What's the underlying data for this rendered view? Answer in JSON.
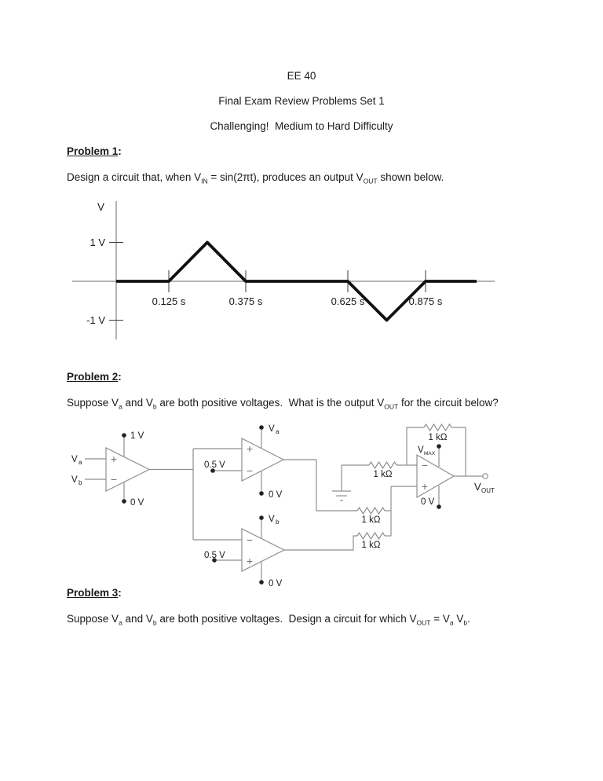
{
  "colors": {
    "background": "#ffffff",
    "text": "#1a1a1a",
    "wire": "#8f8f8f",
    "waveform": "#111111"
  },
  "header": {
    "course": "EE 40",
    "title": "Final Exam Review Problems Set 1",
    "subtitle": "Challenging!  Medium to Hard Difficulty"
  },
  "problems": {
    "p1": {
      "heading": "Problem 1",
      "colon": ":",
      "body": [
        "Design a circuit that, when V",
        "IN",
        " = sin(2πt), produces an output V",
        "OUT",
        " shown below."
      ]
    },
    "p2": {
      "heading": "Problem 2",
      "colon": ":",
      "body": [
        "Suppose V",
        "a",
        " and V",
        "b",
        " are both positive voltages.  What is the output V",
        "OUT",
        " for the circuit below?"
      ]
    },
    "p3": {
      "heading": "Problem 3",
      "colon": ":",
      "body": [
        "Suppose V",
        "a",
        " and V",
        "b",
        " are both positive voltages.  Design a circuit for which V",
        "OUT",
        " = V",
        "a",
        " V",
        "b",
        "."
      ]
    }
  },
  "chart_data": {
    "type": "line",
    "title": "",
    "xlabel": "",
    "ylabel": "V",
    "x_unit": "s",
    "points": [
      [
        0,
        0
      ],
      [
        0.125,
        0
      ],
      [
        0.25,
        1
      ],
      [
        0.375,
        0
      ],
      [
        0.625,
        0
      ],
      [
        0.75,
        -1
      ],
      [
        0.875,
        0
      ],
      [
        1.0,
        0
      ]
    ],
    "xticks": [
      {
        "t": 0.125,
        "label": "0.125 s"
      },
      {
        "t": 0.375,
        "label": "0.375 s"
      },
      {
        "t": 0.625,
        "label": "0.625 s"
      },
      {
        "t": 0.875,
        "label": "0.875 s"
      }
    ],
    "yticks": [
      {
        "v": 1,
        "label": "1 V"
      },
      {
        "v": -1,
        "label": "-1 V"
      }
    ],
    "xlim": [
      0,
      1.0
    ],
    "ylim": [
      -1,
      1
    ],
    "grid": false,
    "line_color": "#111111"
  },
  "circuit": {
    "labels": {
      "v": "V",
      "sub_a": "a",
      "sub_b": "b",
      "sub_max": "MAX",
      "sub_out": "OUT",
      "plus": "+",
      "minus": "−",
      "rail_1v": "1 V",
      "rail_0v": "0 V",
      "v_half": "0.5 V",
      "r_1k": "1 kΩ"
    }
  }
}
